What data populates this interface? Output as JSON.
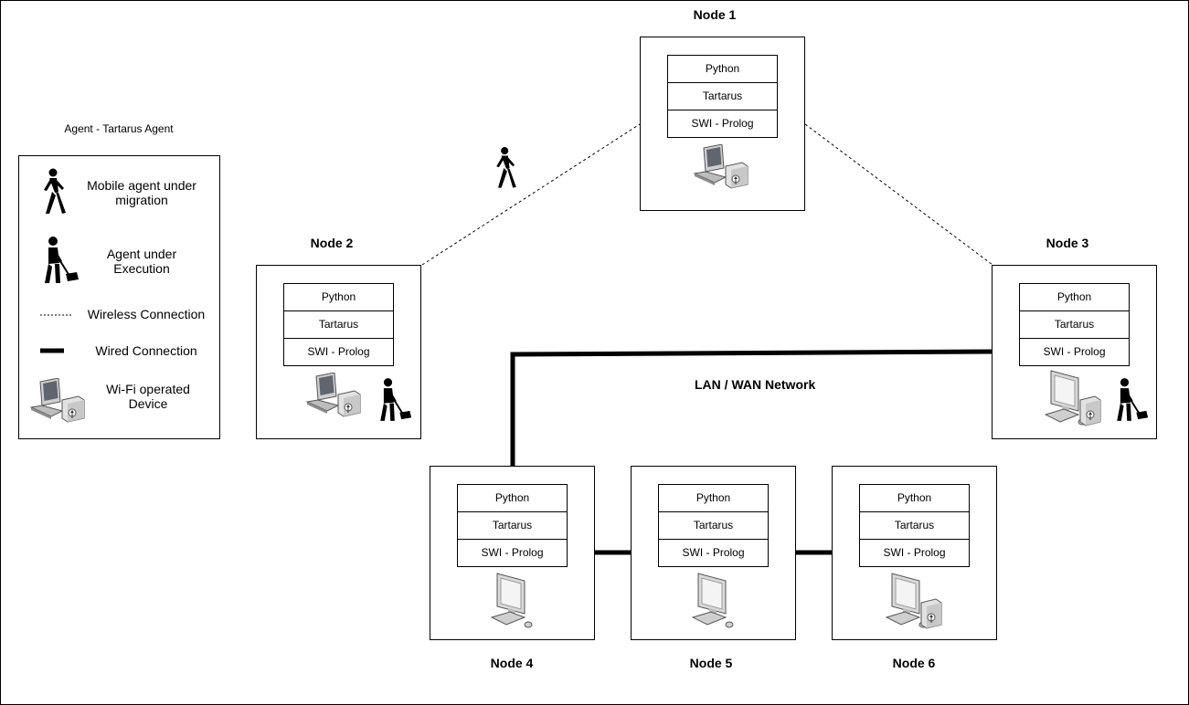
{
  "legend": {
    "title": "Agent - Tartarus Agent",
    "items": [
      {
        "icon": "walking-person-icon",
        "label_line1": "Mobile agent under",
        "label_line2": "migration"
      },
      {
        "icon": "digging-person-icon",
        "label_line1": "Agent under",
        "label_line2": "Execution"
      },
      {
        "icon": "dashed-line-icon",
        "label_line1": "Wireless Connection",
        "label_line2": ""
      },
      {
        "icon": "thick-line-icon",
        "label_line1": "Wired Connection",
        "label_line2": ""
      },
      {
        "icon": "wifi-laptop-icon",
        "label_line1": "Wi-Fi operated",
        "label_line2": "Device"
      }
    ]
  },
  "network_label": "LAN / WAN Network",
  "nodes": [
    {
      "title": "Node 1",
      "layers": [
        "Python",
        "Tartarus",
        "SWI - Prolog"
      ]
    },
    {
      "title": "Node 2",
      "layers": [
        "Python",
        "Tartarus",
        "SWI - Prolog"
      ]
    },
    {
      "title": "Node 3",
      "layers": [
        "Python",
        "Tartarus",
        "SWI - Prolog"
      ]
    },
    {
      "title": "Node 4",
      "layers": [
        "Python",
        "Tartarus",
        "SWI - Prolog"
      ]
    },
    {
      "title": "Node 5",
      "layers": [
        "Python",
        "Tartarus",
        "SWI - Prolog"
      ]
    },
    {
      "title": "Node 6",
      "layers": [
        "Python",
        "Tartarus",
        "SWI - Prolog"
      ]
    }
  ],
  "colors": {
    "line": "#000000",
    "device": "#d8d8d8",
    "screen": "#9aa0a8"
  }
}
